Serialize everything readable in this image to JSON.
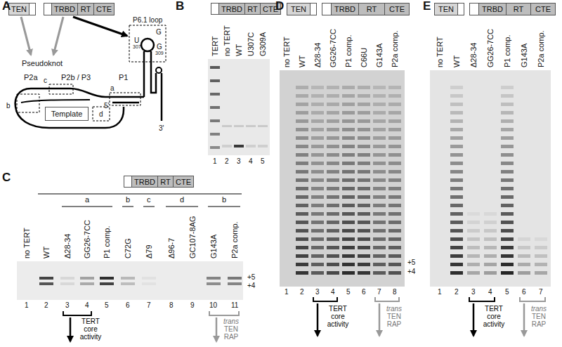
{
  "diagram": {
    "nodes": [
      {
        "text": [
          "TEN"
        ]
      },
      {
        "text": [
          "TRBD"
        ]
      },
      {
        "text": [
          "RT"
        ]
      },
      {
        "text": [
          "CTE"
        ]
      },
      {
        "text": [
          "Template"
        ]
      },
      {
        "text": [
          "TRBD"
        ]
      },
      {
        "text": [
          "RT"
        ]
      },
      {
        "text": [
          "CTE"
        ]
      },
      {
        "text": [
          "TRBD"
        ]
      },
      {
        "text": [
          "RT"
        ]
      },
      {
        "text": [
          "CTE"
        ]
      },
      {
        "text": [
          "TEN"
        ]
      },
      {
        "text": [
          "TRBD"
        ]
      },
      {
        "text": [
          "RT"
        ]
      },
      {
        "text": [
          "CTE"
        ]
      },
      {
        "text": [
          "TEN"
        ]
      },
      {
        "text": [
          "TRBD"
        ]
      },
      {
        "text": [
          "RT"
        ]
      },
      {
        "text": [
          "CTE"
        ]
      }
    ],
    "labels": [
      "A",
      "B",
      "C",
      "D",
      "E",
      "Pseudoknot",
      "P2a",
      "P2b / P3",
      "P1",
      "a",
      "b",
      "c",
      "d",
      "5'",
      "3'",
      "P6.1 loop",
      "G",
      "U",
      "307",
      "G",
      "309",
      "TERT",
      "no TERT",
      "WT",
      "U307C",
      "G309A",
      "1",
      "2",
      "3",
      "4",
      "5",
      "a",
      "b",
      "c",
      "d",
      "b",
      "no TERT",
      "WT",
      "Δ28-34",
      "GG26-7CC",
      "P1 comp.",
      "C72G",
      "Δ79",
      "Δ96-7",
      "GC107-8AG",
      "G143A",
      "P2a comp.",
      "1",
      "2",
      "3",
      "4",
      "5",
      "6",
      "7",
      "8",
      "9",
      "10",
      "11",
      "+5",
      "+4",
      "TERT core activity",
      "trans TEN RAP",
      "no TERT",
      "WT",
      "Δ28-34",
      "GG26-7CC",
      "P1 comp.",
      "C66U",
      "G143A",
      "P2a comp.",
      "1",
      "2",
      "3",
      "4",
      "5",
      "6",
      "7",
      "8",
      "+5",
      "+4",
      "TERT core activity",
      "trans TEN RAP",
      "no TERT",
      "WT",
      "Δ28-34",
      "GG26-7CC",
      "P1 comp.",
      "G143A",
      "P2a comp.",
      "1",
      "2",
      "3",
      "4",
      "5",
      "6",
      "7",
      "TERT core activity",
      "trans TEN RAP"
    ]
  }
}
